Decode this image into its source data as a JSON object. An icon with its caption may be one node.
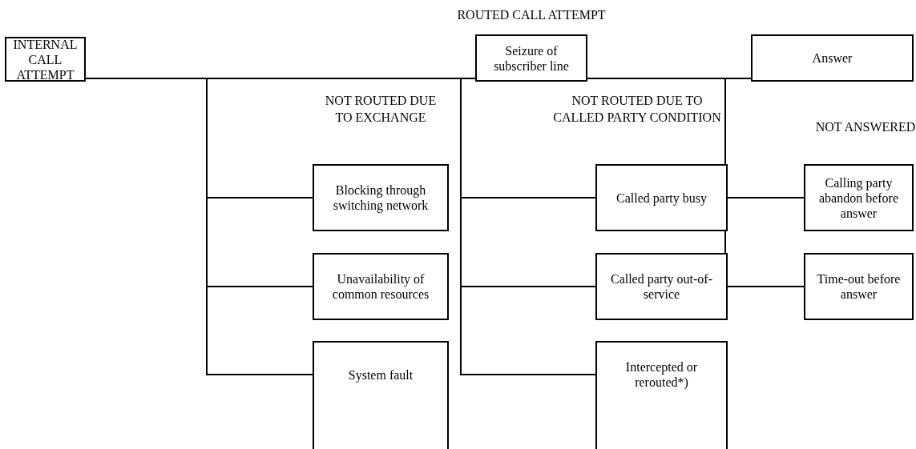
{
  "diagram": {
    "nodes": [
      {
        "text": [
          "INTERNAL CALL ATTEMPT"
        ]
      },
      {
        "text": [
          "ROUTED CALL ATTEMPT",
          "Seizure of subscriber line"
        ]
      },
      {
        "text": [
          "Answer"
        ]
      },
      {
        "text": [
          "Blocking through switching network"
        ]
      },
      {
        "text": [
          "Unavailability of common resources"
        ]
      },
      {
        "text": [
          "System fault"
        ]
      },
      {
        "text": [
          "Called party busy"
        ]
      },
      {
        "text": [
          "Called party out-of-service"
        ]
      },
      {
        "text": [
          "Intercepted or rerouted*)"
        ]
      },
      {
        "text": [
          "Calling party abandon before answer"
        ]
      },
      {
        "text": [
          "Time-out before answer"
        ]
      }
    ],
    "edges": [
      {
        "from": 0,
        "to": 1,
        "arrow": "none"
      },
      {
        "from": 1,
        "to": 2,
        "arrow": "none"
      },
      {
        "from": 0,
        "to": 3,
        "arrow": "none"
      },
      {
        "from": 0,
        "to": 4,
        "arrow": "none"
      },
      {
        "from": 0,
        "to": 5,
        "arrow": "none"
      },
      {
        "from": 0,
        "to": 6,
        "arrow": "none"
      },
      {
        "from": 0,
        "to": 7,
        "arrow": "none"
      },
      {
        "from": 0,
        "to": 8,
        "arrow": "none"
      },
      {
        "from": 1,
        "to": 9,
        "arrow": "none"
      },
      {
        "from": 1,
        "to": 10,
        "arrow": "none"
      }
    ],
    "labels": [
      "NOT ROUTED DUE TO EXCHANGE",
      "NOT ROUTED DUE TO CALLED PARTY CONDITION",
      "NOT ANSWERED"
    ]
  }
}
